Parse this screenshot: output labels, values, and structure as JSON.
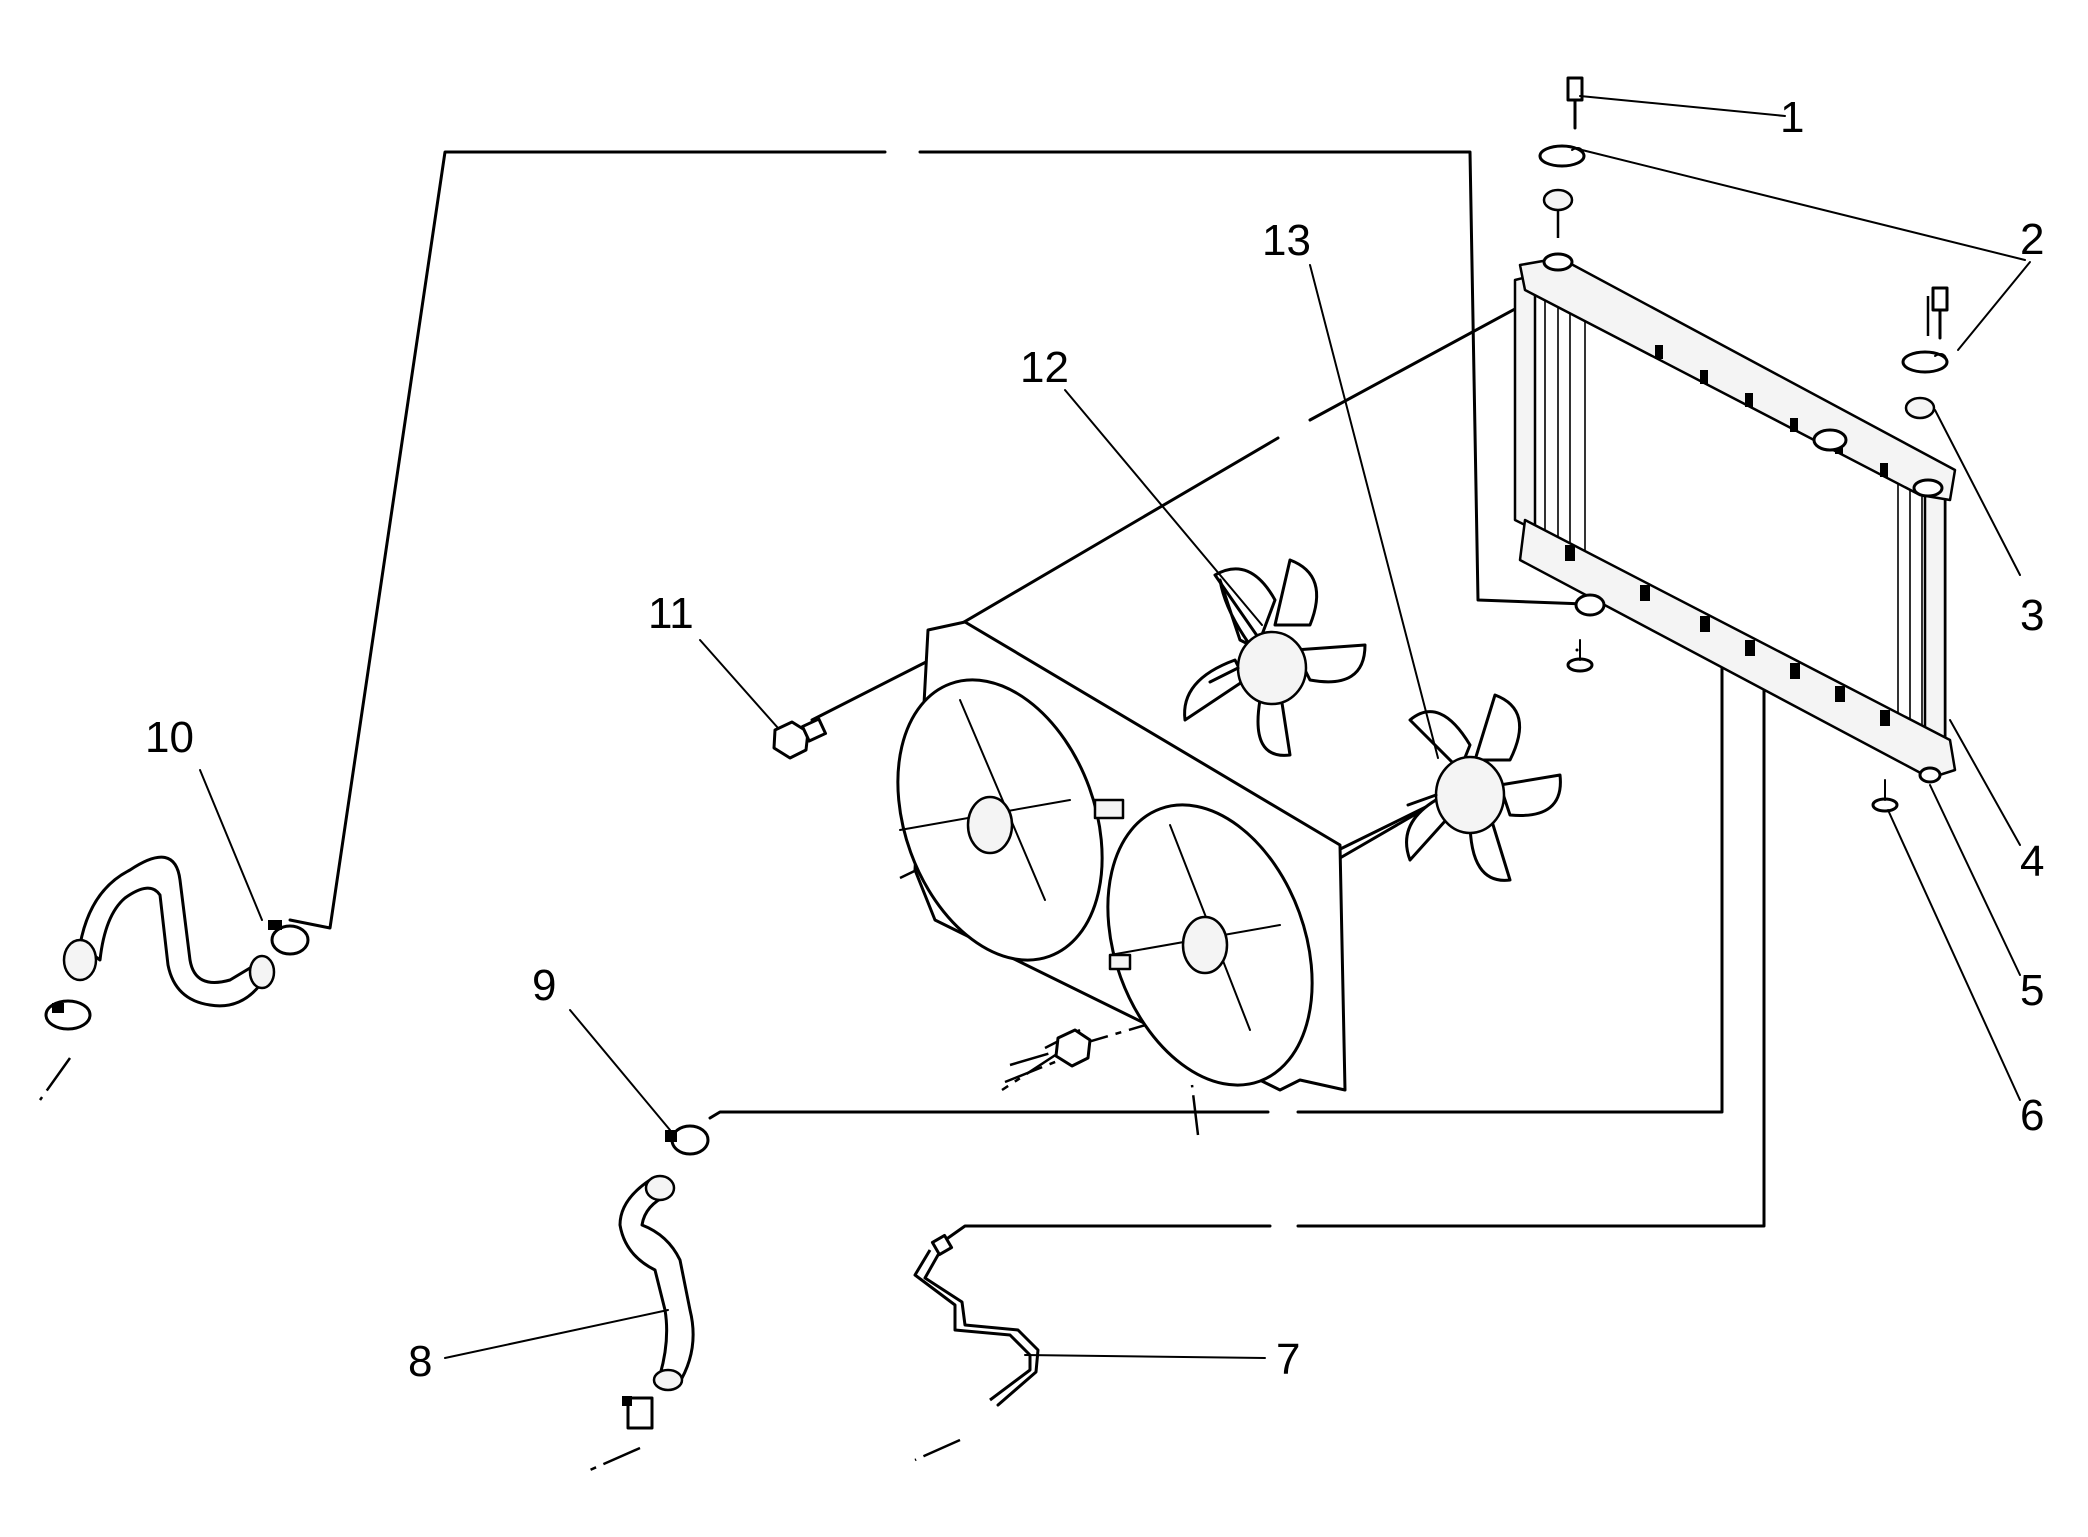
{
  "callouts": [
    {
      "id": "1",
      "label": "1"
    },
    {
      "id": "2",
      "label": "2"
    },
    {
      "id": "3",
      "label": "3"
    },
    {
      "id": "4",
      "label": "4"
    },
    {
      "id": "5",
      "label": "5"
    },
    {
      "id": "6",
      "label": "6"
    },
    {
      "id": "7",
      "label": "7"
    },
    {
      "id": "8",
      "label": "8"
    },
    {
      "id": "9",
      "label": "9"
    },
    {
      "id": "10",
      "label": "10"
    },
    {
      "id": "11",
      "label": "11"
    },
    {
      "id": "12",
      "label": "12"
    },
    {
      "id": "13",
      "label": "13"
    }
  ],
  "colors": {
    "ink": "#000000",
    "paper": "#ffffff"
  }
}
